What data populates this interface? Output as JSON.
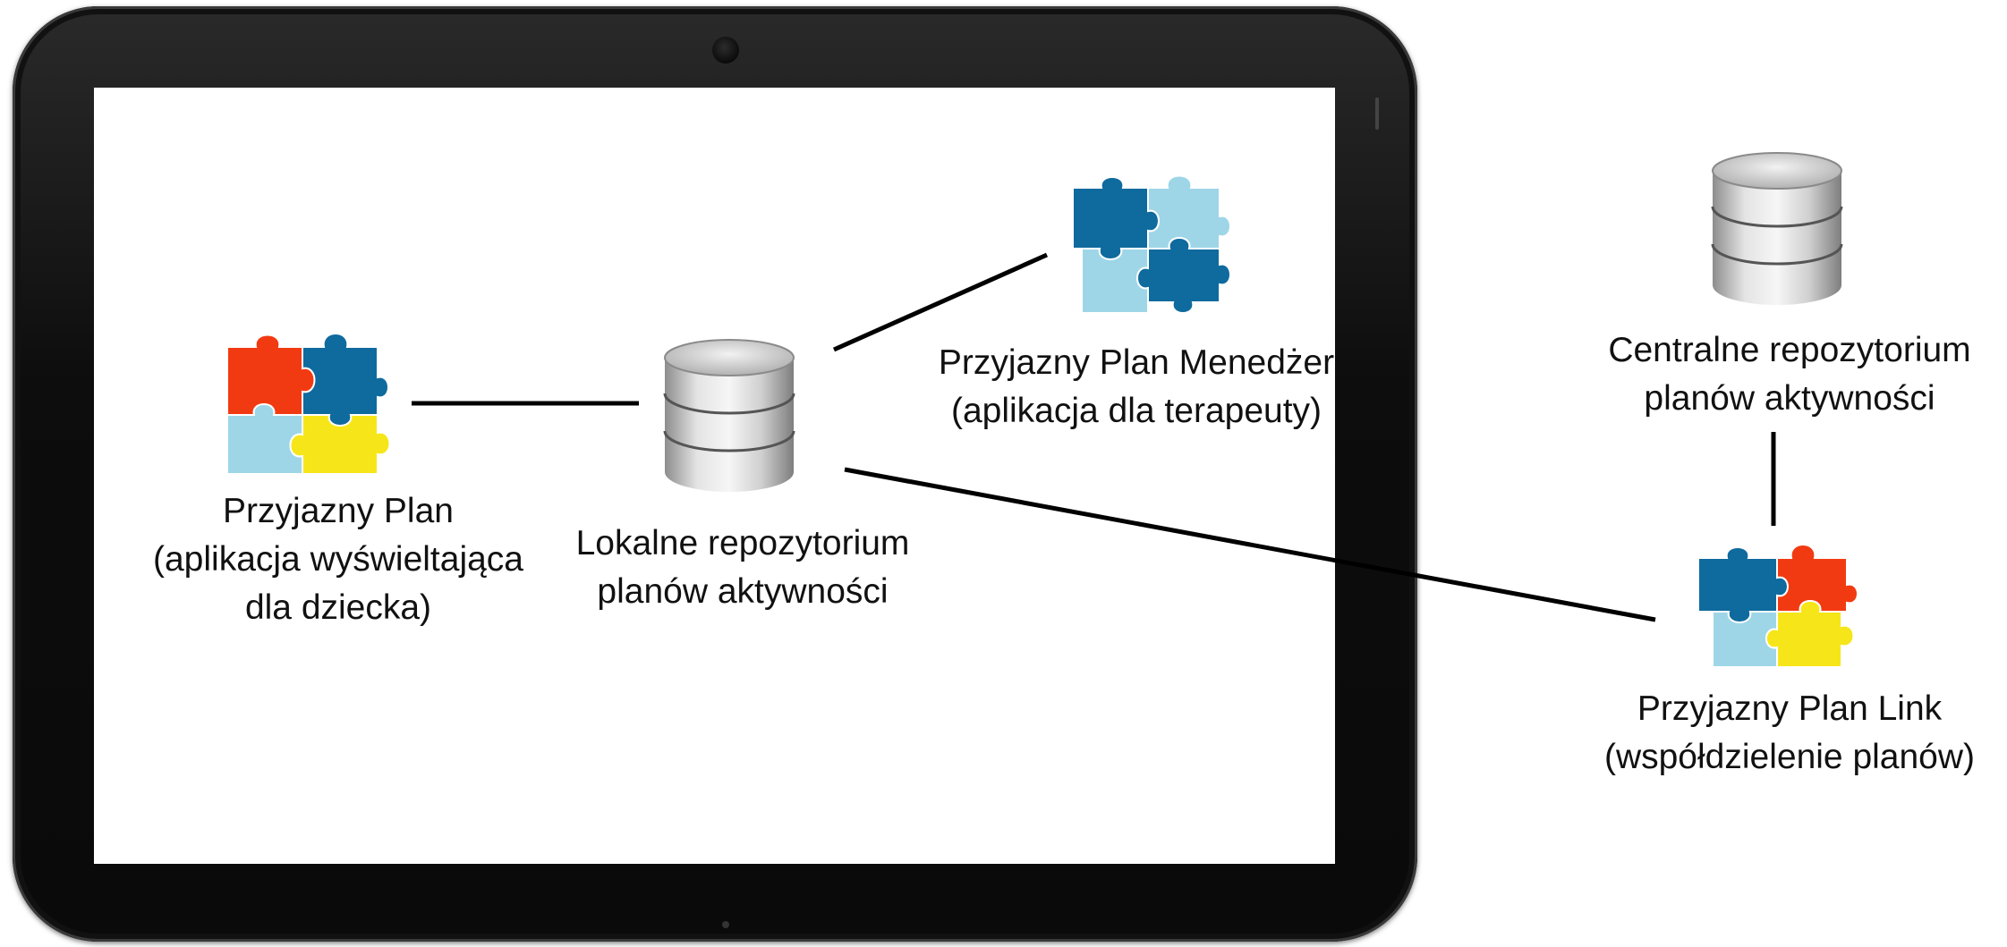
{
  "nodes": {
    "przyjazny_plan": {
      "title": "Przyjazny Plan",
      "line2": "(aplikacja wyświeltająca",
      "line3": "dla dziecka)",
      "icon": "puzzle-icon"
    },
    "lokalne_repo": {
      "line1": "Lokalne repozytorium",
      "line2": "planów aktywności",
      "icon": "database-icon"
    },
    "menedzer": {
      "line1": "Przyjazny Plan Menedżer",
      "line2": "(aplikacja dla terapeuty)",
      "icon": "puzzle-icon"
    },
    "centralne_repo": {
      "line1": "Centralne repozytorium",
      "line2": "planów aktywności",
      "icon": "database-icon"
    },
    "link": {
      "line1": "Przyjazny Plan Link",
      "line2": "(współdzielenie planów)",
      "icon": "puzzle-icon"
    }
  },
  "colors": {
    "puzzle_red": "#f23a12",
    "puzzle_blue": "#0f6a9e",
    "puzzle_light_blue": "#9ed6e8",
    "puzzle_yellow": "#f6e619",
    "db_silver": "#c9c9c9",
    "connector": "#000000"
  }
}
